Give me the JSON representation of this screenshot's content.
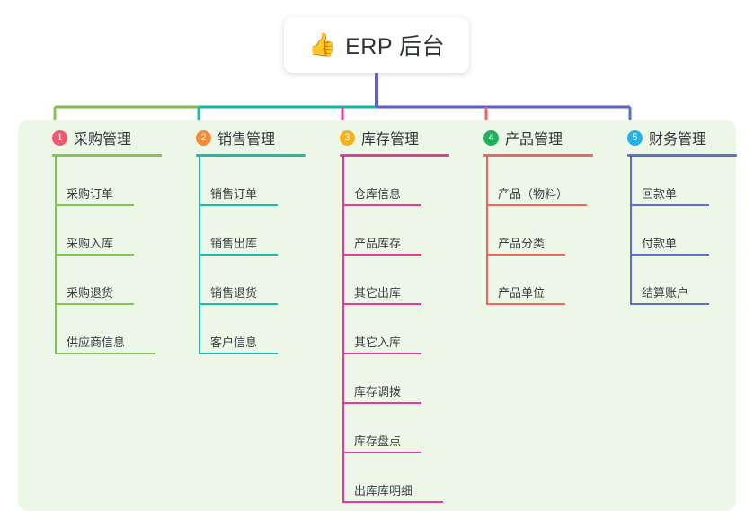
{
  "root": {
    "emoji": "👍",
    "icon_name": "thumbs-up-icon",
    "title": "ERP 后台"
  },
  "palette": {
    "panel_bg": "#edf7e8",
    "page_bg": "#ffffff",
    "bus_left": "#7fbb4c",
    "bus_mid": "#14b5a5",
    "bus_right": "#5b5fc7",
    "text": "#2f3437"
  },
  "columns": [
    {
      "index": "1",
      "title": "采购管理",
      "badge_color": "#f4566e",
      "line_color": "#84c44f",
      "drop_color": "#84c44f",
      "items": [
        "采购订单",
        "采购入库",
        "采购退货",
        "供应商信息"
      ]
    },
    {
      "index": "2",
      "title": "销售管理",
      "badge_color": "#f58a3c",
      "line_color": "#18bdb0",
      "drop_color": "#18bdb0",
      "items": [
        "销售订单",
        "销售出库",
        "销售退货",
        "客户信息"
      ]
    },
    {
      "index": "3",
      "title": "库存管理",
      "badge_color": "#f5b21d",
      "line_color": "#e8399a",
      "drop_color": "#e8399a",
      "items": [
        "仓库信息",
        "产品库存",
        "其它出库",
        "其它入库",
        "库存调拨",
        "库存盘点",
        "出库库明细"
      ]
    },
    {
      "index": "4",
      "title": "产品管理",
      "badge_color": "#1cb35a",
      "line_color": "#f4635c",
      "drop_color": "#f4635c",
      "items": [
        "产品（物料）",
        "产品分类",
        "产品单位"
      ]
    },
    {
      "index": "5",
      "title": "财务管理",
      "badge_color": "#21b3e8",
      "line_color": "#5b6fc9",
      "drop_color": "#5b6fc9",
      "items": [
        "回款单",
        "付款单",
        "结算账户"
      ]
    }
  ]
}
